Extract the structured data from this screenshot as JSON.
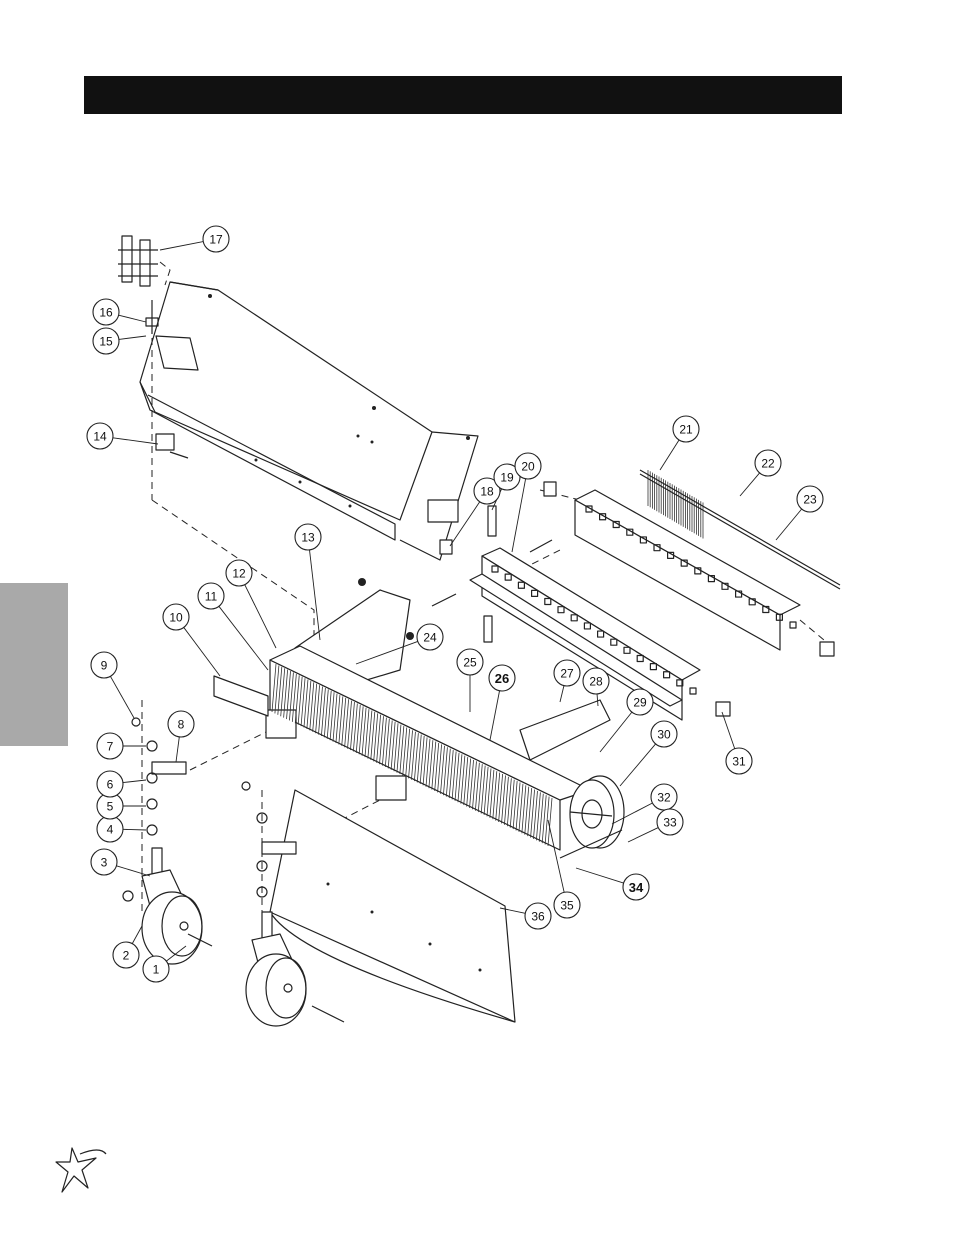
{
  "diagram": {
    "type": "exploded-parts-view",
    "callouts": [
      {
        "id": "1",
        "label": "1",
        "bold": false
      },
      {
        "id": "2",
        "label": "2",
        "bold": false
      },
      {
        "id": "3",
        "label": "3",
        "bold": false
      },
      {
        "id": "4",
        "label": "4",
        "bold": false
      },
      {
        "id": "5",
        "label": "5",
        "bold": false
      },
      {
        "id": "6",
        "label": "6",
        "bold": false
      },
      {
        "id": "7",
        "label": "7",
        "bold": false
      },
      {
        "id": "8",
        "label": "8",
        "bold": false
      },
      {
        "id": "9",
        "label": "9",
        "bold": false
      },
      {
        "id": "10",
        "label": "10",
        "bold": false
      },
      {
        "id": "11",
        "label": "11",
        "bold": false
      },
      {
        "id": "12",
        "label": "12",
        "bold": false
      },
      {
        "id": "13",
        "label": "13",
        "bold": false
      },
      {
        "id": "14",
        "label": "14",
        "bold": false
      },
      {
        "id": "15",
        "label": "15",
        "bold": false
      },
      {
        "id": "16",
        "label": "16",
        "bold": false
      },
      {
        "id": "17",
        "label": "17",
        "bold": false
      },
      {
        "id": "18",
        "label": "18",
        "bold": false
      },
      {
        "id": "19",
        "label": "19",
        "bold": false
      },
      {
        "id": "20",
        "label": "20",
        "bold": false
      },
      {
        "id": "21",
        "label": "21",
        "bold": false
      },
      {
        "id": "22",
        "label": "22",
        "bold": false
      },
      {
        "id": "23",
        "label": "23",
        "bold": false
      },
      {
        "id": "24",
        "label": "24",
        "bold": false
      },
      {
        "id": "25",
        "label": "25",
        "bold": false
      },
      {
        "id": "26",
        "label": "26",
        "bold": true
      },
      {
        "id": "27",
        "label": "27",
        "bold": false
      },
      {
        "id": "28",
        "label": "28",
        "bold": false
      },
      {
        "id": "29",
        "label": "29",
        "bold": false
      },
      {
        "id": "30",
        "label": "30",
        "bold": false
      },
      {
        "id": "31",
        "label": "31",
        "bold": false
      },
      {
        "id": "32",
        "label": "32",
        "bold": false
      },
      {
        "id": "33",
        "label": "33",
        "bold": false
      },
      {
        "id": "34",
        "label": "34",
        "bold": true
      },
      {
        "id": "35",
        "label": "35",
        "bold": false
      },
      {
        "id": "36",
        "label": "36",
        "bold": false
      }
    ]
  },
  "colors": {
    "header_bar": "#111111",
    "side_tab": "#a9a9a9",
    "line": "#222222"
  },
  "icons": {
    "logo": "star-swoosh-logo-icon"
  }
}
